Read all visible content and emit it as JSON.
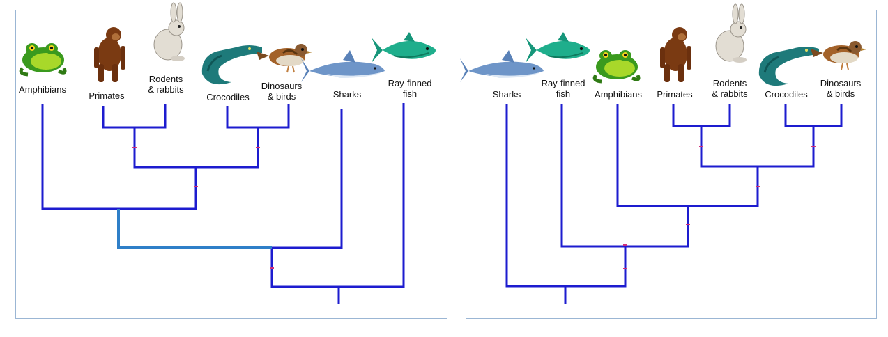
{
  "colors": {
    "branch": "#1d1ccf",
    "highlight": "#2f7fc8",
    "node_mark": "#d0307a"
  },
  "icons": [
    "frog-icon",
    "ape-icon",
    "rabbit-icon",
    "crocodile-icon",
    "sparrow-icon",
    "shark-icon",
    "tuna-icon"
  ],
  "left_tree": {
    "taxa": [
      {
        "name": "Amphibians",
        "icon": "frog-icon"
      },
      {
        "name": "Primates",
        "icon": "ape-icon"
      },
      {
        "name": "Rodents\n& rabbits",
        "icon": "rabbit-icon"
      },
      {
        "name": "Crocodiles",
        "icon": "crocodile-icon"
      },
      {
        "name": "Dinosaurs\n& birds",
        "icon": "sparrow-icon"
      },
      {
        "name": "Sharks",
        "icon": "shark-icon"
      },
      {
        "name": "Ray-finned\nfish",
        "icon": "tuna-icon"
      }
    ]
  },
  "right_tree": {
    "taxa": [
      {
        "name": "Sharks",
        "icon": "shark-icon"
      },
      {
        "name": "Ray-finned\nfish",
        "icon": "tuna-icon"
      },
      {
        "name": "Amphibians",
        "icon": "frog-icon"
      },
      {
        "name": "Primates",
        "icon": "ape-icon"
      },
      {
        "name": "Rodents\n& rabbits",
        "icon": "rabbit-icon"
      },
      {
        "name": "Crocodiles",
        "icon": "crocodile-icon"
      },
      {
        "name": "Dinosaurs\n& birds",
        "icon": "sparrow-icon"
      }
    ]
  }
}
